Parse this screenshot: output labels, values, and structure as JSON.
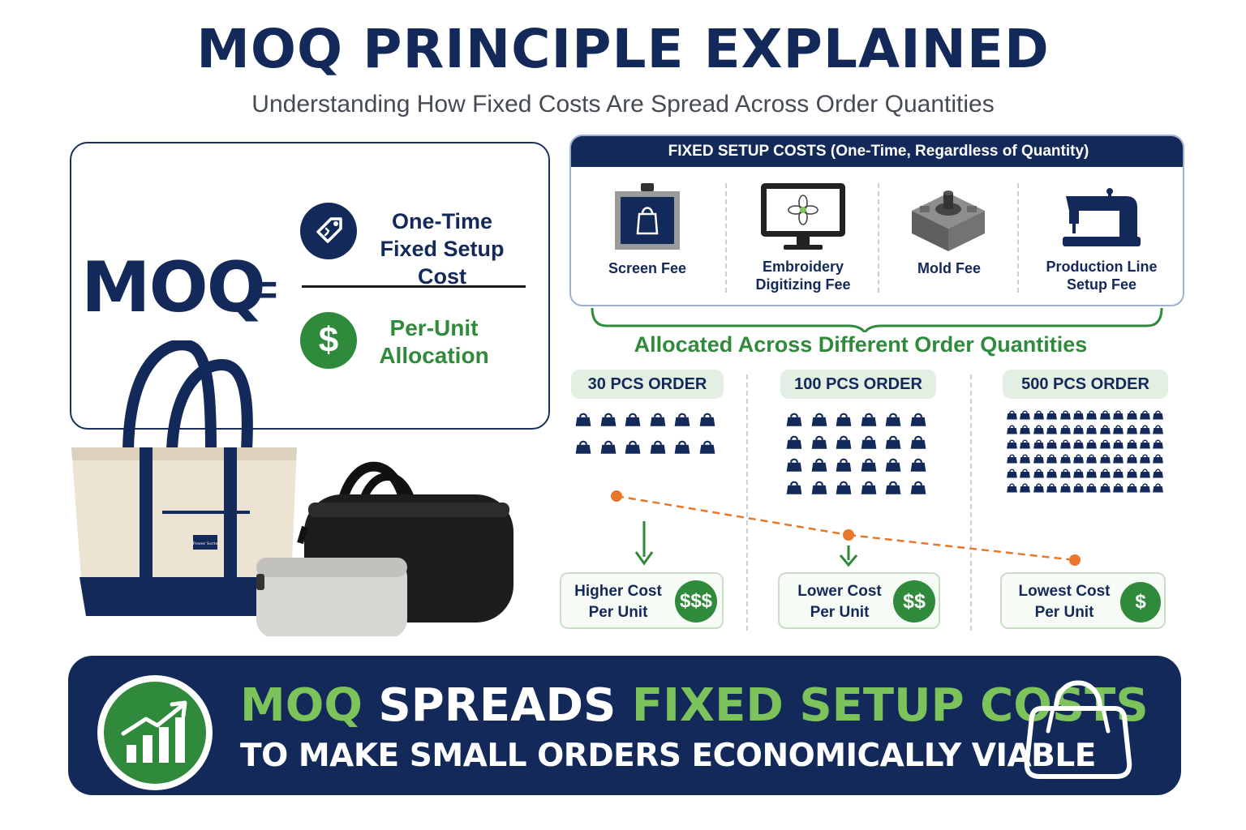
{
  "header": {
    "title": "MOQ PRINCIPLE EXPLAINED",
    "subtitle": "Understanding How Fixed Costs Are Spread Across Order Quantities"
  },
  "formula": {
    "lhs": "MOQ",
    "equals": "=",
    "numerator_line1": "One-Time",
    "numerator_line2": "Fixed Setup Cost",
    "denominator_line1": "Per-Unit",
    "denominator_line2": "Allocation",
    "numerator_icon": "price-tag-icon",
    "denominator_symbol": "$"
  },
  "product_label": "Power Sorte",
  "fixed_costs": {
    "header": "FIXED SETUP COSTS (One-Time, Regardless of Quantity)",
    "items": [
      {
        "label_line1": "Screen Fee",
        "label_line2": "",
        "icon": "screen-frame-icon"
      },
      {
        "label_line1": "Embroidery",
        "label_line2": "Digitizing Fee",
        "icon": "monitor-flower-icon"
      },
      {
        "label_line1": "Mold Fee",
        "label_line2": "",
        "icon": "mold-icon"
      },
      {
        "label_line1": "Production Line",
        "label_line2": "Setup Fee",
        "icon": "sewing-machine-icon"
      }
    ]
  },
  "allocation_label": "Allocated Across Different Order Quantities",
  "orders": [
    {
      "label": "30 PCS ORDER",
      "icon_rows": 2,
      "icon_cols": 6,
      "cost_line1": "Higher Cost",
      "cost_line2": "Per Unit",
      "cost_symbol": "$$$",
      "unit_cost_rank": 3
    },
    {
      "label": "100 PCS ORDER",
      "icon_rows": 4,
      "icon_cols": 6,
      "cost_line1": "Lower Cost",
      "cost_line2": "Per Unit",
      "cost_symbol": "$$",
      "unit_cost_rank": 2
    },
    {
      "label": "500 PCS ORDER",
      "icon_rows": 6,
      "icon_cols": 12,
      "cost_line1": "Lowest Cost",
      "cost_line2": "Per Unit",
      "cost_symbol": "$",
      "unit_cost_rank": 1
    }
  ],
  "banner": {
    "line1_part1": "MOQ",
    "line1_part2": " SPREADS ",
    "line1_part3": "FIXED SETUP COSTS",
    "line2": "TO MAKE SMALL ORDERS ECONOMICALLY VIABLE",
    "left_icon": "growth-chart-icon",
    "right_icon": "shopping-bag-icon"
  },
  "colors": {
    "navy": "#13295a",
    "green": "#2f8a3b",
    "light_green": "#7dc35b",
    "trend_orange": "#e8772a",
    "pill_bg": "#e4efe3"
  }
}
